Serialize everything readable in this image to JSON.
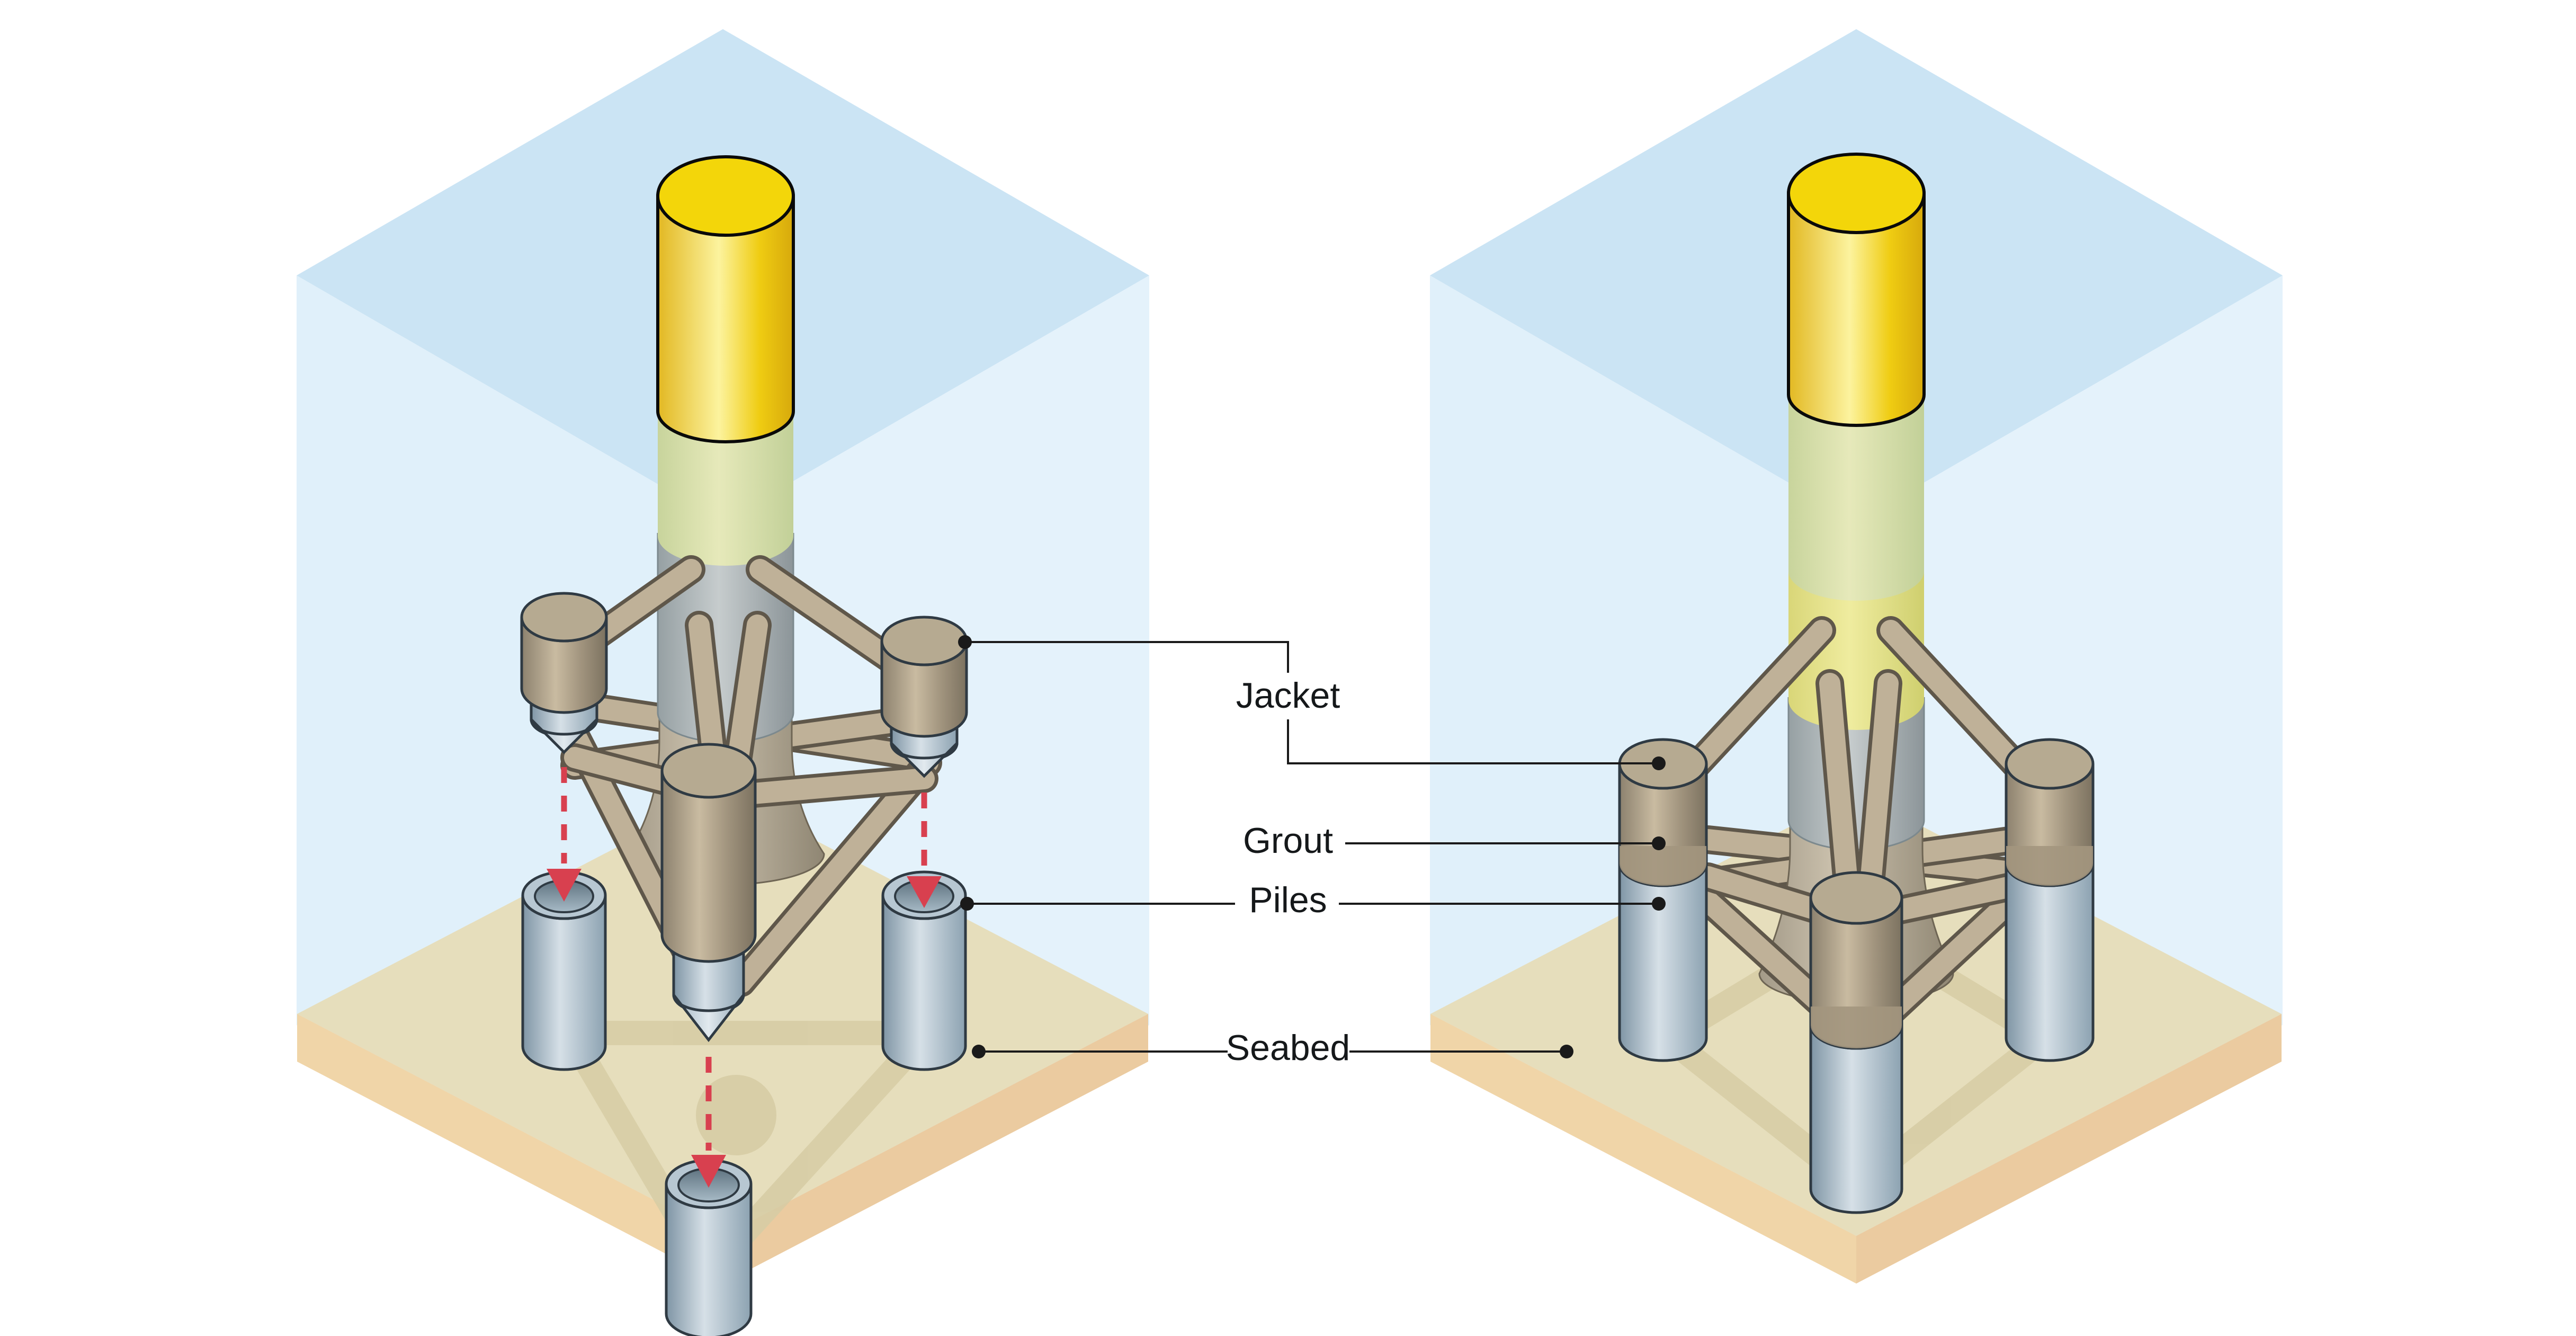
{
  "diagram": {
    "type": "isometric-technical-illustration",
    "subject": "Offshore wind jacket foundation installed on pre-piled seabed",
    "labels": {
      "jacket": "Jacket",
      "grout": "Grout",
      "piles": "Piles",
      "seabed": "Seabed"
    },
    "panels": [
      {
        "name": "jacket-lowered-onto-piles",
        "elements": [
          "water-volume",
          "seabed-slab",
          "tower-stub",
          "jacket-legs",
          "stab-in-spikes",
          "hollow-piles",
          "lowering-arrows"
        ]
      },
      {
        "name": "jacket-installed-grouted",
        "elements": [
          "water-volume",
          "seabed-slab",
          "tower-stub",
          "jacket-legs",
          "grout-connections",
          "piles"
        ]
      }
    ],
    "colors": {
      "water_top": "#CBE4F4",
      "water_front_left": "#E0F0FA",
      "water_front_right": "#E4F2FB",
      "seabed_top": "#E6DEBC",
      "seabed_side_left": "#F0D5A8",
      "seabed_side_right": "#EBCBA0",
      "seabed_shadow": "#D6CCA4",
      "tower_yellow": "#F3D60A",
      "tower_submerged_green": "#D5DFA6",
      "steel_gray": "#A9B1B4",
      "jacket_tan": "#B9AC93",
      "pile_blue_gray": "#B6C8D4",
      "arrow_red": "#D8404F",
      "leader_line": "#1A1A1A",
      "label_text": "#15181A"
    }
  }
}
